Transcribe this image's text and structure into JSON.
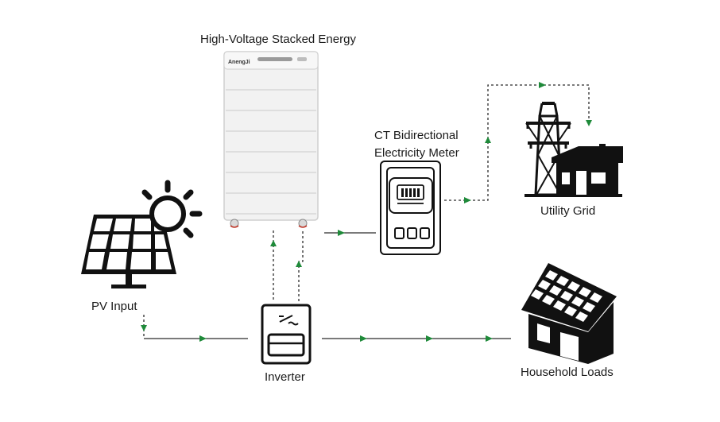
{
  "labels": {
    "battery": "High-Voltage Stacked Energy",
    "battery_brand": "AnengJi",
    "meter_line1": "CT Bidirectional",
    "meter_line2": "Electricity Meter",
    "grid": "Utility Grid",
    "pv": "PV Input",
    "inverter": "Inverter",
    "loads": "Household Loads"
  },
  "colors": {
    "line": "#2b2b2b",
    "arrow": "#1f8a3a",
    "icon": "#111111",
    "battery_body": "#efefef"
  },
  "icons": [
    "solar-panel-icon",
    "sun-icon",
    "battery-stack-icon",
    "inverter-icon",
    "meter-icon",
    "transmission-tower-icon",
    "house-icon",
    "solar-house-icon"
  ]
}
